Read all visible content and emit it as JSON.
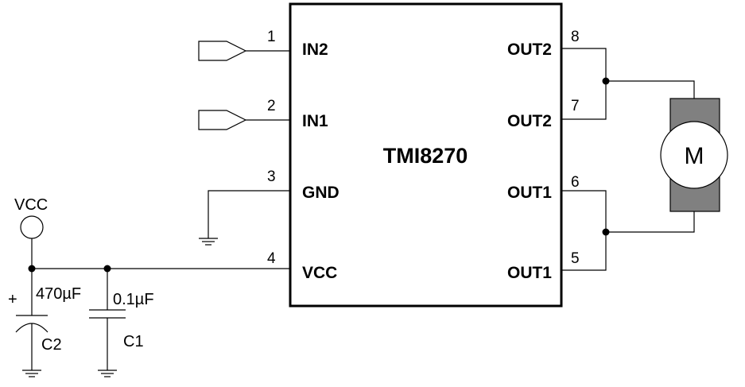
{
  "ic": {
    "part_number": "TMI8270",
    "pins": [
      {
        "num": "1",
        "label": "IN2"
      },
      {
        "num": "2",
        "label": "IN1"
      },
      {
        "num": "3",
        "label": "GND"
      },
      {
        "num": "4",
        "label": "VCC"
      },
      {
        "num": "8",
        "label": "OUT2"
      },
      {
        "num": "7",
        "label": "OUT2"
      },
      {
        "num": "6",
        "label": "OUT1"
      },
      {
        "num": "5",
        "label": "OUT1"
      }
    ]
  },
  "supply": {
    "label": "VCC"
  },
  "capacitors": [
    {
      "ref": "C2",
      "value": "470µF",
      "polarity": "+"
    },
    {
      "ref": "C1",
      "value": "0.1µF"
    }
  ],
  "motor": {
    "label": "M"
  },
  "colors": {
    "motor_body": "#808080",
    "line": "#000000"
  }
}
